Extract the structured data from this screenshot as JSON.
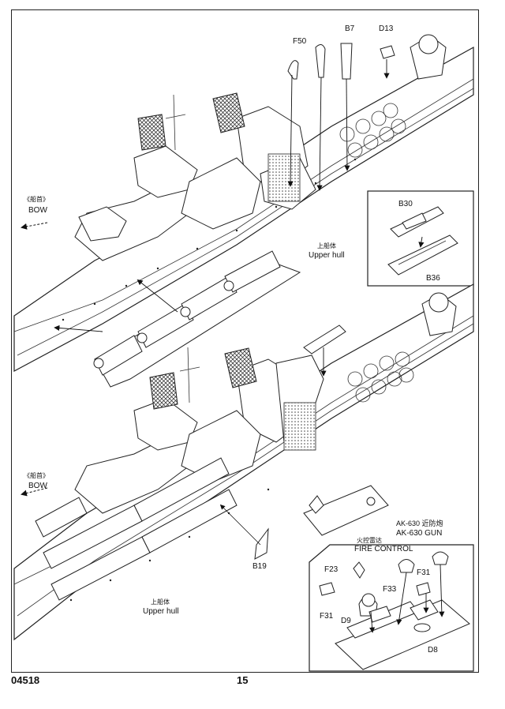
{
  "labels": {
    "f50": "F50",
    "b7": "B7",
    "d13": "D13",
    "bow_zh_1": "《船首》",
    "bow_1": "BOW",
    "upper_hull_zh_1": "上船体",
    "upper_hull_1": "Upper hull",
    "b30": "B30",
    "b36": "B36",
    "bow_zh_2": "《船首》",
    "bow_2": "BOW",
    "b19": "B19",
    "upper_hull_zh_2": "上船体",
    "upper_hull_2": "Upper hull",
    "ak630_zh": "AK-630 近防炮",
    "ak630": "AK-630 GUN",
    "fire_control_zh": "火控雷达",
    "fire_control": "FIRE CONTROL",
    "f23": "F23",
    "f31_left": "F31",
    "f31_right": "F31",
    "f33": "F33",
    "d9": "D9",
    "d8": "D8"
  },
  "footer": {
    "product_number": "04518",
    "page_number": "15"
  }
}
